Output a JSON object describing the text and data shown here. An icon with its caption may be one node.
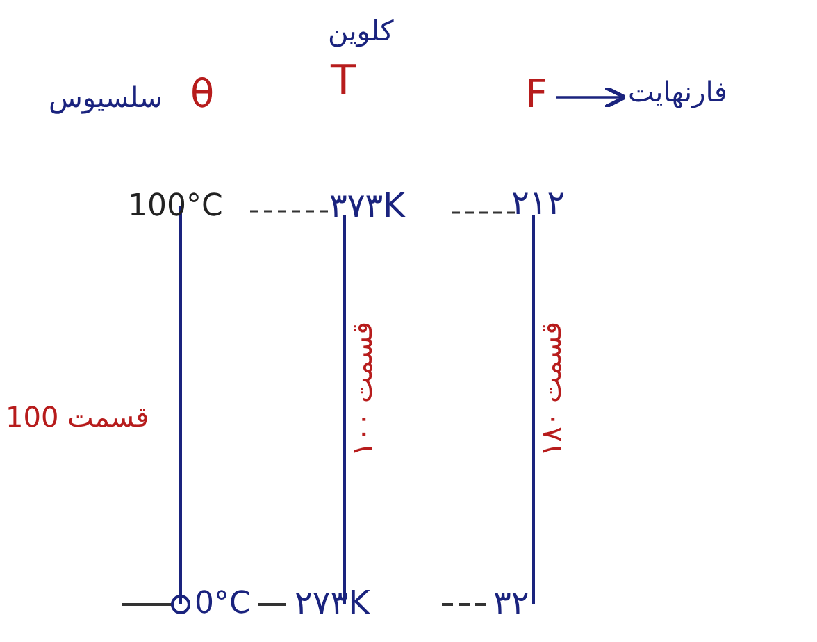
{
  "diagram": {
    "nodes": [
      {
        "text": [
          "F"
        ]
      },
      {
        "text": [
          "فارنهایت"
        ]
      }
    ],
    "edges": [
      {
        "from": 0,
        "to": 1,
        "arrow": "to"
      }
    ],
    "labels": [
      "کلوین",
      "سلسیوس",
      "θ",
      "T",
      "100°C",
      "۳۷۳K",
      "۲۱۲",
      "100 قسمت",
      "۱۰۰ قسمت",
      "۱۸۰ قسمت",
      "0°C",
      "۲۷۳K",
      "۳۲"
    ]
  }
}
